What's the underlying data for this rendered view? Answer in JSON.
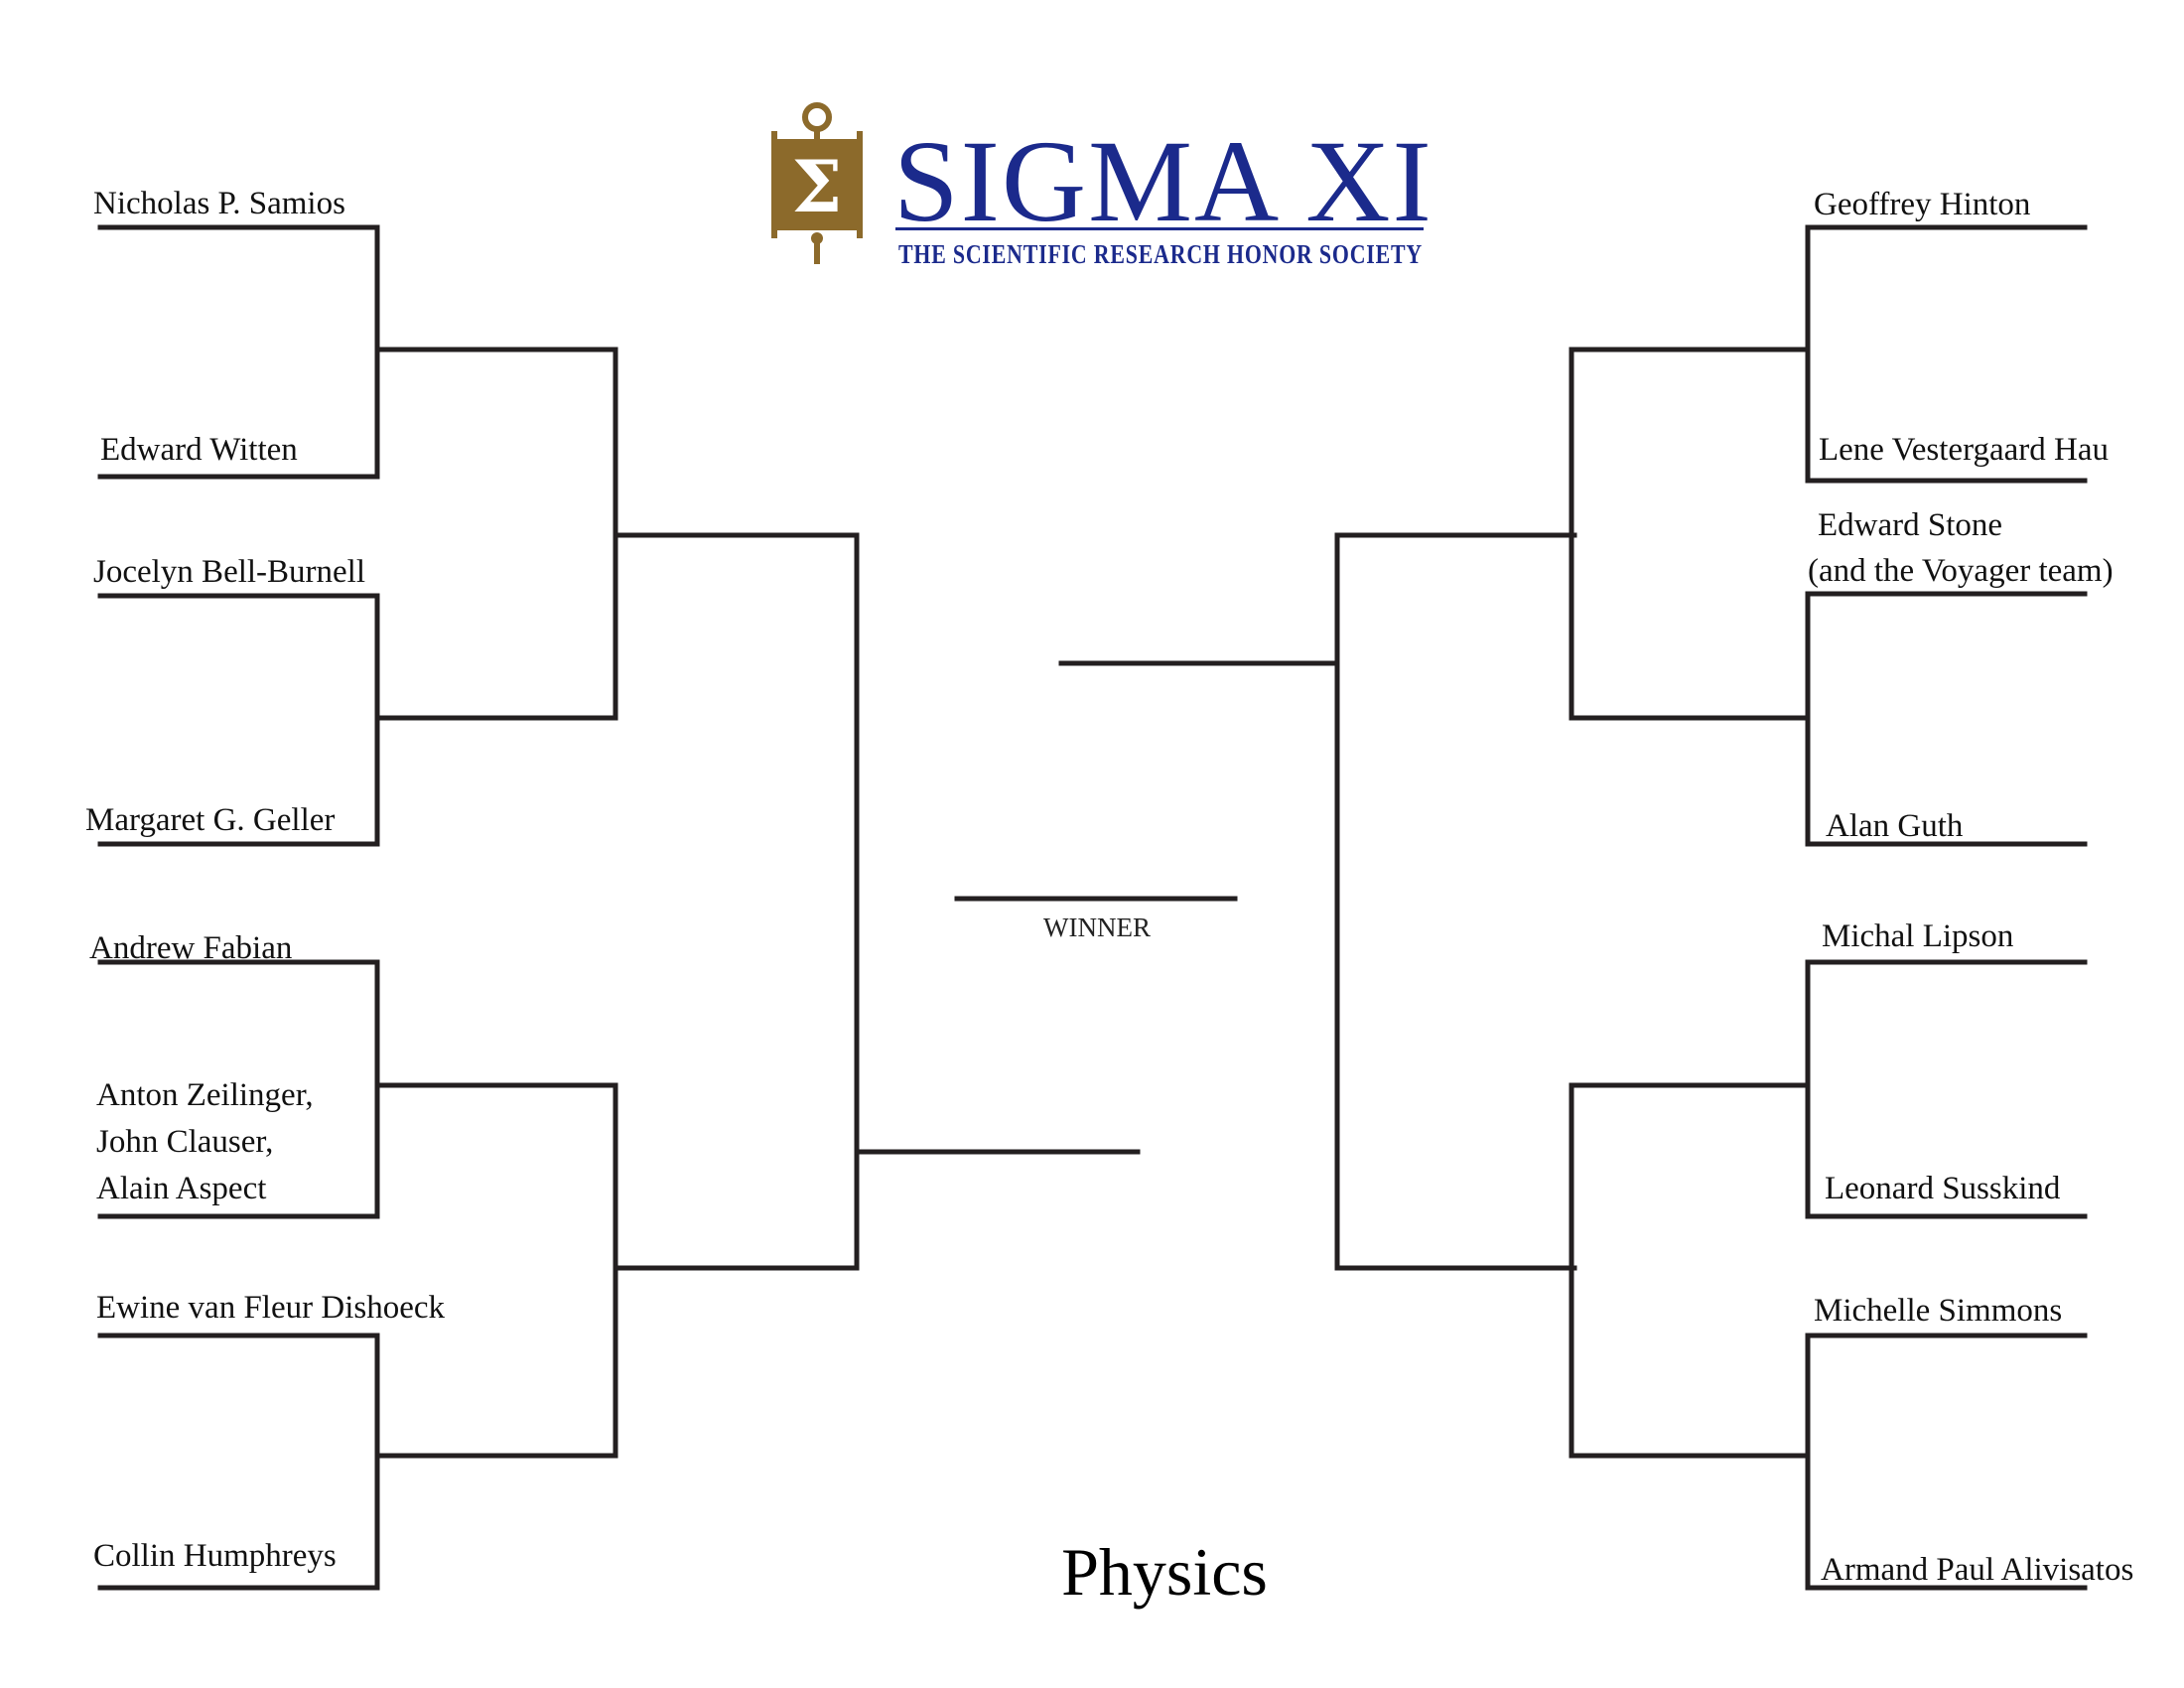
{
  "logo": {
    "title": "SIGMA XI",
    "subtitle": "THE SCIENTIFIC RESEARCH HONOR SOCIETY",
    "colors": {
      "gold": "#8c6a2b",
      "blue": "#1b2a8c"
    }
  },
  "bracket": {
    "category": "Physics",
    "winner_label": "WINNER",
    "left": [
      {
        "name": "Nicholas P. Samios"
      },
      {
        "name": "Edward Witten"
      },
      {
        "name": "Jocelyn Bell-Burnell"
      },
      {
        "name": "Margaret G. Geller"
      },
      {
        "name": "Andrew Fabian"
      },
      {
        "lines": [
          "Anton Zeilinger,",
          "John Clauser,",
          "Alain Aspect"
        ]
      },
      {
        "name": "Ewine van Fleur Dishoeck"
      },
      {
        "name": "Collin Humphreys"
      }
    ],
    "right": [
      {
        "name": "Geoffrey Hinton"
      },
      {
        "name": "Lene Vestergaard Hau"
      },
      {
        "lines": [
          "Edward Stone",
          "(and the Voyager team)"
        ]
      },
      {
        "name": "Alan Guth"
      },
      {
        "name": "Michal Lipson"
      },
      {
        "name": "Leonard Susskind"
      },
      {
        "name": "Michelle Simmons"
      },
      {
        "name": "Armand Paul Alivisatos"
      }
    ]
  }
}
